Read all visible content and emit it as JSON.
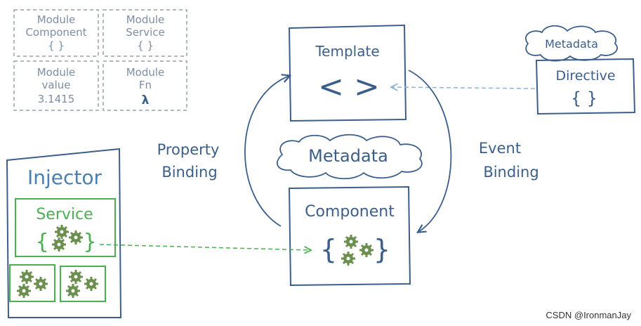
{
  "modules": [
    {
      "line1": "Module",
      "line2": "Component",
      "line3": "{ }"
    },
    {
      "line1": "Module",
      "line2": "Service",
      "line3": "{ }"
    },
    {
      "line1": "Module",
      "line2": "value",
      "line3": "3.1415"
    },
    {
      "line1": "Module",
      "line2": "Fn",
      "line3": "λ"
    }
  ],
  "template": {
    "title": "Template",
    "symbol": "< >"
  },
  "directive_metadata": "Metadata",
  "directive": {
    "title": "Directive",
    "symbol": "{ }"
  },
  "center_metadata": "Metadata",
  "property_binding": {
    "line1": "Property",
    "line2": "Binding"
  },
  "event_binding": {
    "line1": "Event",
    "line2": "Binding"
  },
  "component": {
    "title": "Component"
  },
  "injector": {
    "title": "Injector",
    "service": "Service"
  },
  "watermark": "CSDN @IronmanJay",
  "colors": {
    "blue": "#3b5f8a",
    "gray": "#9aa0a6",
    "green": "#4caf50",
    "gear": "#6a8f4e"
  }
}
